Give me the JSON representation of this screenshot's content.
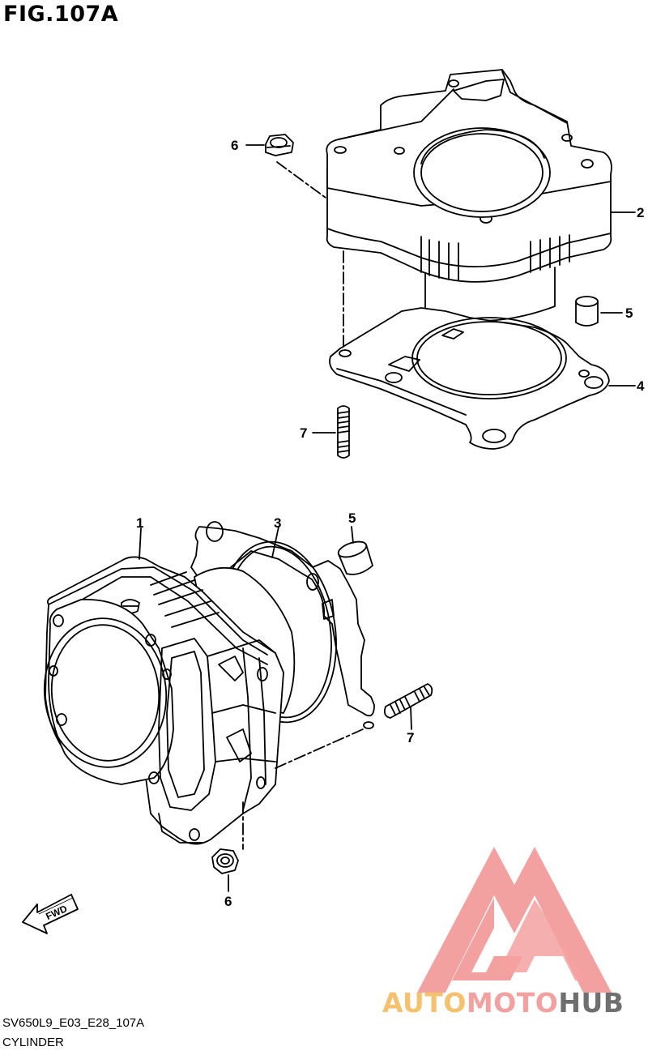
{
  "figure": {
    "title": "FIG.107A"
  },
  "callouts": {
    "top_nut": "6",
    "top_cylinder": "2",
    "top_dowel": "5",
    "top_gasket": "4",
    "top_stud": "7",
    "bottom_cylinder": "1",
    "bottom_gasket": "3",
    "bottom_dowel": "5",
    "bottom_stud": "7",
    "bottom_nut": "6"
  },
  "fwd_arrow": {
    "label": "FWD"
  },
  "footer": {
    "code": "SV650L9_E03_E28_107A",
    "name": "CYLINDER"
  },
  "watermark": {
    "part1": "AUTO",
    "part2": "MOTO",
    "part3": "HUB",
    "colors": {
      "auto": "#f6c16d",
      "moto": "#f3a1a0",
      "hub": "#6f6f6f",
      "logo": "#f3a1a0"
    }
  }
}
